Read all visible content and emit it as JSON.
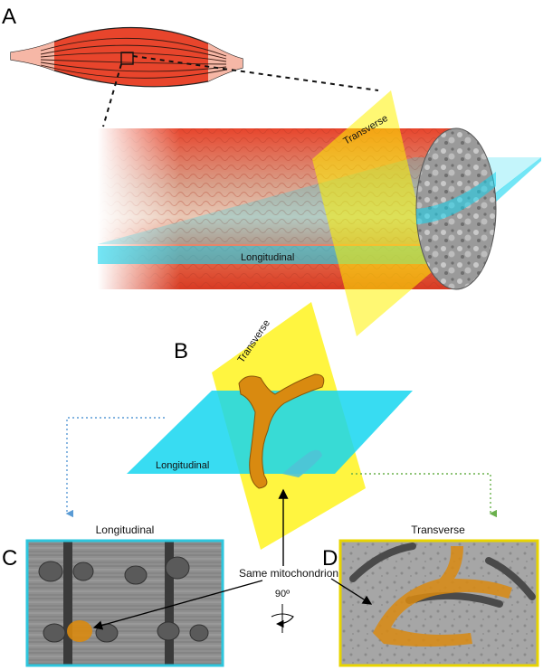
{
  "panels": {
    "a": "A",
    "b": "B",
    "c": "C",
    "d": "D"
  },
  "planes": {
    "transverse": "Transverse",
    "longitudinal": "Longitudinal"
  },
  "micrographs": {
    "left_title": "Longitudinal",
    "right_title": "Transverse",
    "left_border_color": "#2ec6dd",
    "right_border_color": "#e8d400"
  },
  "annotations": {
    "same_mitochondrion": "Same mitochondrion",
    "rotation": "90º"
  },
  "colors": {
    "muscle_red": "#e8452c",
    "longitudinal_plane": "#15d6f0",
    "transverse_plane": "#fff200",
    "mitochondrion": "#d98a10",
    "left_dotted_arrow": "#5a9bd5",
    "right_dotted_arrow": "#6ab04c"
  }
}
